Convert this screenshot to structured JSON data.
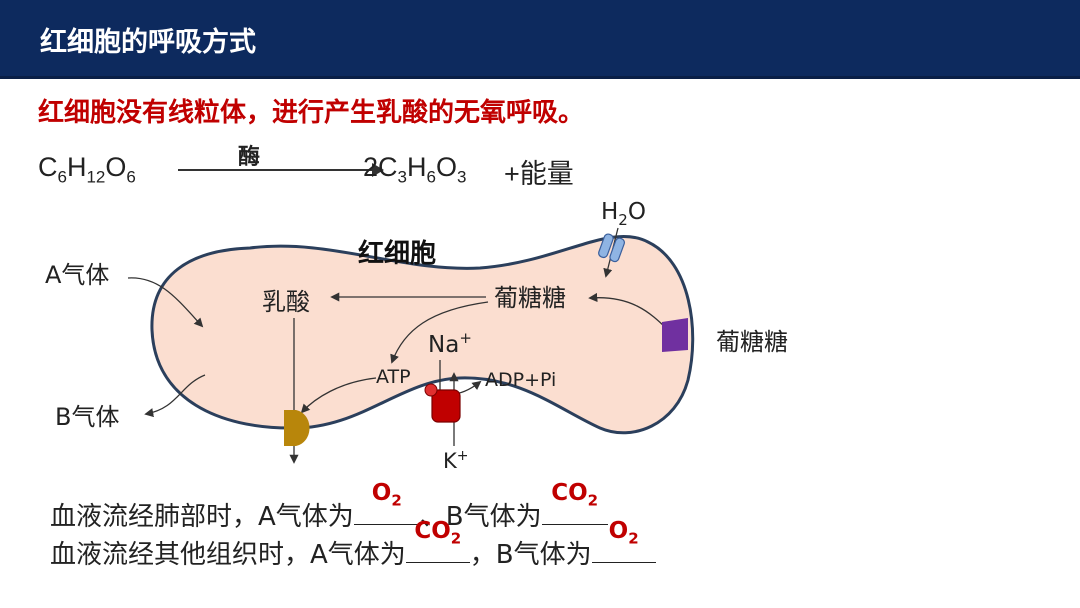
{
  "header": {
    "title": "红细胞的呼吸方式"
  },
  "subtitle": "红细胞没有线粒体，进行产生乳酸的无氧呼吸。",
  "equation": {
    "reactant": {
      "c": "C",
      "c_n": "6",
      "h": "H",
      "h_n": "12",
      "o": "O",
      "o_n": "6"
    },
    "enzyme": "酶",
    "product": {
      "coef": "2",
      "c": "C",
      "c_n": "3",
      "h": "H",
      "h_n": "6",
      "o": "O",
      "o_n": "3"
    },
    "energy": "+能量"
  },
  "diagram": {
    "cell_label": "红细胞",
    "gas_a": "A气体",
    "gas_b": "B气体",
    "lactic_acid": "乳酸",
    "glucose_inside": "葡糖糖",
    "glucose_outside": "葡糖糖",
    "water": {
      "h": "H",
      "sub": "2",
      "o": "O"
    },
    "na": {
      "ion": "Na",
      "charge": "+"
    },
    "k": {
      "ion": "K",
      "charge": "+"
    },
    "atp": "ATP",
    "adp": "ADP+Pi"
  },
  "colors": {
    "title_bar": "#0d2a5e",
    "accent_red": "#c00000",
    "cell_fill": "#fbded0",
    "cell_border": "#2b3f5c",
    "glucose_channel": "#7030a0",
    "pump": "#c00000",
    "lactate_channel": "#b8860b",
    "water_channel": "#8fb4e3"
  },
  "questions": [
    {
      "prefix": "血液流经肺部时，A气体为",
      "answer1": {
        "base": "O",
        "sub": "2"
      },
      "middle": "、B气体为",
      "answer2": {
        "base": "CO",
        "sub": "2"
      }
    },
    {
      "prefix": "血液流经其他组织时，A气体为",
      "answer1": {
        "base": "CO",
        "sub": "2"
      },
      "middle": "，B气体为",
      "answer2": {
        "base": "O",
        "sub": "2"
      }
    }
  ]
}
